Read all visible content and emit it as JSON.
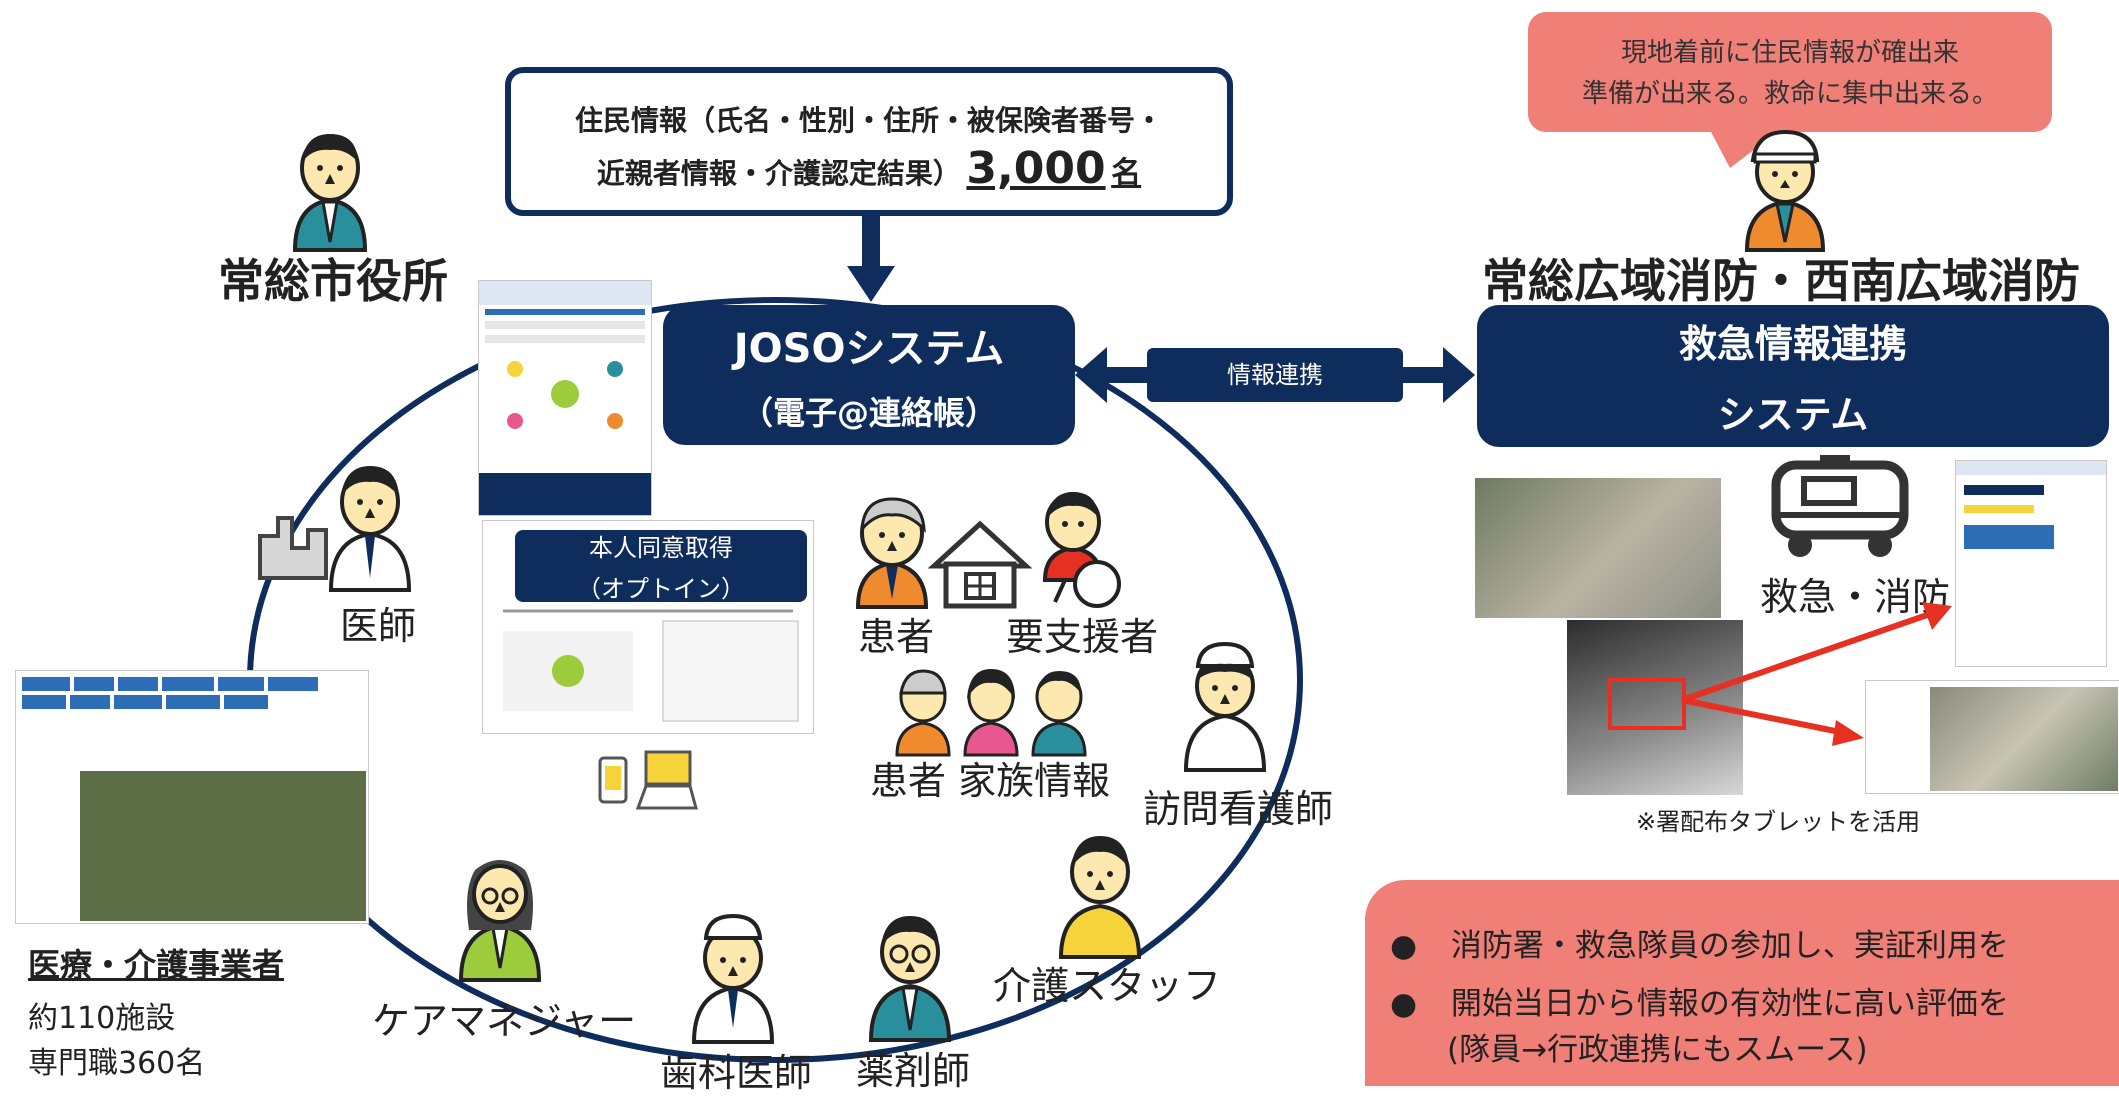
{
  "resident_info": {
    "line1": "住民情報（氏名・性別・住所・被保険者番号・",
    "line2": "近親者情報・介護認定結果）",
    "count": "3,000",
    "unit": "名"
  },
  "city_office": {
    "label": "常総市役所"
  },
  "joso_system": {
    "title": "JOSOシステム",
    "subtitle": "（電子@連絡帳）"
  },
  "link": {
    "label": "情報連携"
  },
  "fire_dept": {
    "heading": "常総広域消防・西南広域消防",
    "box_line1": "救急情報連携",
    "box_line2": "システム",
    "speech_line1": "現地着前に住民情報が確出来",
    "speech_line2": "準備が出来る。救命に集中出来る。",
    "ambulance_label": "救急・消防",
    "tablet_note": "※署配布タブレットを活用"
  },
  "consent": {
    "line1": "本人同意取得",
    "line2": "（オプトイン）"
  },
  "roles": {
    "doctor": "医師",
    "patient": "患者",
    "needs_support": "要支援者",
    "patient_family": "患者 家族情報",
    "visiting_nurse": "訪問看護師",
    "care_staff": "介護スタッフ",
    "pharmacist": "薬剤師",
    "dentist": "歯科医師",
    "care_manager": "ケアマネジャー"
  },
  "providers": {
    "title": "医療・介護事業者",
    "facilities": "約110施設",
    "professionals": "専門職360名"
  },
  "results": {
    "bullet1": "消防署・救急隊員の参加し、実証利用を",
    "bullet2": "開始当日から情報の有効性に高い評価を",
    "bullet2_sub": "(隊員→行政連携にもスムース)"
  },
  "colors": {
    "navy": "#0f2d5c",
    "salmon": "#f07f77",
    "red_arrow": "#e53022",
    "skin": "#fde9b0",
    "orange": "#ef8a2e",
    "teal": "#2a8f9c",
    "green": "#9ccc3c",
    "pink": "#e8578e",
    "yellow": "#f6d23b"
  },
  "icons": [
    "person-icon",
    "building-icon",
    "house-icon",
    "ambulance-icon",
    "smartphone-icon",
    "laptop-icon",
    "wheelchair-icon"
  ]
}
